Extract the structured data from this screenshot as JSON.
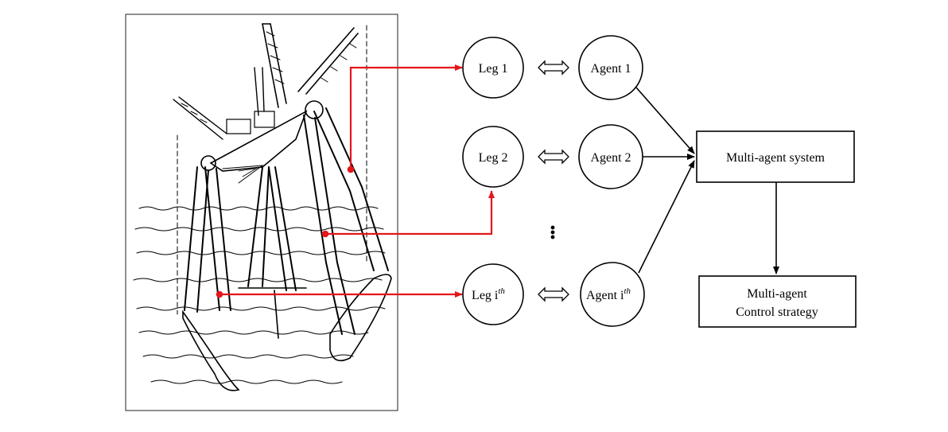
{
  "legs": [
    {
      "label": "Leg 1",
      "sup": ""
    },
    {
      "label": "Leg 2",
      "sup": ""
    },
    {
      "label": "Leg i",
      "sup": "th"
    }
  ],
  "agents": [
    {
      "label": "Agent 1",
      "sup": ""
    },
    {
      "label": "Agent 2",
      "sup": ""
    },
    {
      "label": "Agent i",
      "sup": "th"
    }
  ],
  "system_box": {
    "label": "Multi-agent system"
  },
  "strategy_box": {
    "line1": "Multi-agent",
    "line2": "Control strategy"
  },
  "colors": {
    "link_red": "#e3171b",
    "ink": "#000000"
  }
}
